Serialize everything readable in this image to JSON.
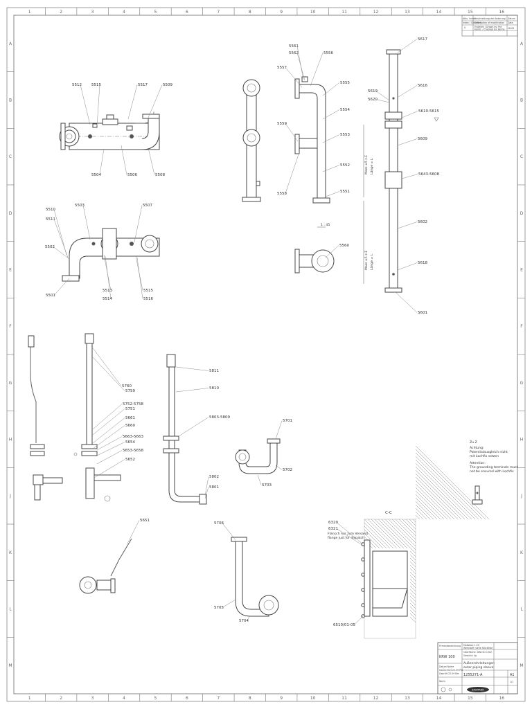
{
  "border": {
    "columns": [
      "1",
      "2",
      "3",
      "4",
      "5",
      "6",
      "7",
      "8",
      "9",
      "10",
      "11",
      "12",
      "13",
      "14",
      "15",
      "16"
    ],
    "rows": [
      "A",
      "B",
      "C",
      "D",
      "E",
      "F",
      "G",
      "H",
      "J",
      "K",
      "L",
      "M"
    ]
  },
  "revision_block": {
    "header": [
      "Aktu. Index",
      "Beschreibung der Änderung",
      "Datum"
    ],
    "header_en": [
      "Index / Chkd Ref.",
      "Description of modification",
      "Date"
    ],
    "row": {
      "index": "A",
      "by": "Erstellen / Drawn by: Pet",
      "checked": "Kontrr. / Checked by: Bertle",
      "date": "18.09"
    }
  },
  "labels": {
    "top_left": [
      "5512",
      "5515",
      "5517",
      "5509",
      "5504",
      "5506",
      "5508"
    ],
    "mid_left": [
      "5510",
      "5511",
      "5503",
      "5507",
      "5502",
      "5501",
      "5513",
      "5514",
      "5515",
      "5516"
    ],
    "top_center": [
      "5561",
      "5562",
      "5556",
      "5557",
      "5555",
      "5554",
      "5559",
      "5553",
      "5552",
      "5558",
      "5551"
    ],
    "flange_right": [
      "5560"
    ],
    "riser": [
      "5617",
      "5616",
      "5619",
      "5620",
      "5610-5615",
      "5609",
      "5643-5608",
      "5602",
      "5618",
      "5601"
    ],
    "bot_left": [
      "5760",
      "5759",
      "5752-5758",
      "5751",
      "5661",
      "5660",
      "5663-5663",
      "5654",
      "5653-5658",
      "5652"
    ],
    "bot_center": [
      "5811",
      "5810",
      "5803-5809",
      "5802",
      "5801"
    ],
    "elbow": [
      "5701",
      "5702",
      "5703"
    ],
    "bottom_row": [
      "5651",
      "5706",
      "5705",
      "5704"
    ],
    "flange_section": [
      "6320",
      "6321",
      "6510/01-05"
    ]
  },
  "section_title": "C-C",
  "note_flange": [
    "Flansch nur zum Versand",
    "flange just for dispatch"
  ],
  "dim_bend": "1 : 45",
  "note_ground": {
    "ref": "Zu Z",
    "de": [
      "Achtung:",
      "Potentialausgleich nicht",
      "mit Lochfix setzen"
    ],
    "en": [
      "Attention:",
      "The grounding terminals must",
      "not be ensured with Lochfix"
    ]
  },
  "dims_riser": [
    "Mass ±5 z.Σ",
    "Länge = L"
  ],
  "title_block": {
    "company_small": "Firmenbezeichnung",
    "model": "KRW 100",
    "title_de": "Außenrohrleitungen",
    "title_en": "outer piping sleeve",
    "drawing_no": "1255271-A",
    "size_box": "A1",
    "sheet": "1/1",
    "logo_text": "BAUMANN",
    "small_rows": [
      "Maßstab: 1:20",
      "Werkstoff: siehe Stückliste",
      "Oberfläche: DIN ISO 1302",
      "Gewicht: kg",
      "Datum Name",
      "Gezeichnet 22.09 Pet",
      "Geprüft 22.09 Ber",
      "Norm"
    ]
  }
}
